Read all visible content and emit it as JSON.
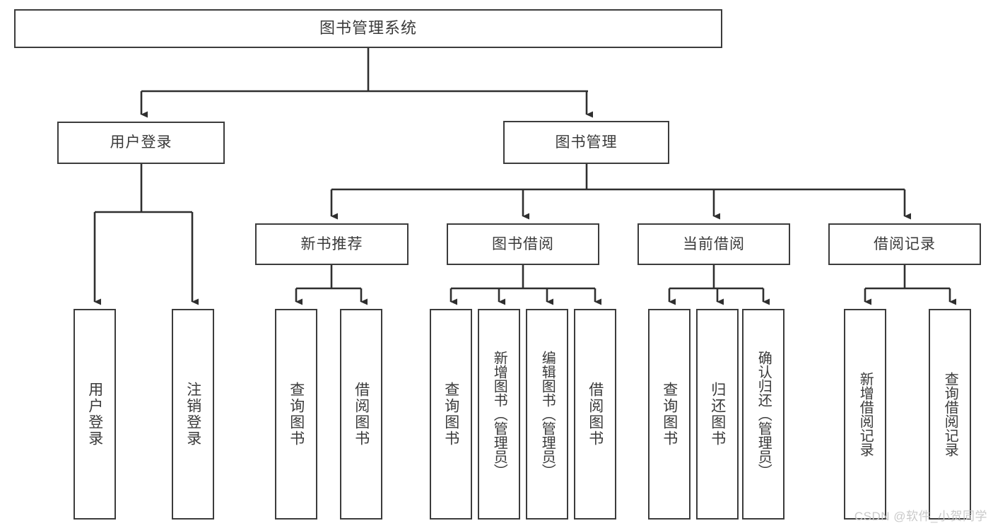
{
  "diagram": {
    "title": "图书管理系统",
    "watermark": "CSDN @软件_小贺同学",
    "colors": {
      "box_border": "#3c3c3c",
      "box_fill": "#ffffff",
      "text": "#3a3a3a",
      "connector": "#2f2f2f",
      "watermark": "#c9c9c9",
      "background": "#ffffff"
    },
    "root": {
      "label": "图书管理系统"
    },
    "level2": [
      {
        "label": "用户登录"
      },
      {
        "label": "图书管理"
      }
    ],
    "level3": [
      {
        "label": "新书推荐"
      },
      {
        "label": "图书借阅"
      },
      {
        "label": "当前借阅"
      },
      {
        "label": "借阅记录"
      }
    ],
    "leaves": {
      "user_login": [
        {
          "label": "用户登录"
        },
        {
          "label": "注销登录"
        }
      ],
      "new_book_recommend": [
        {
          "label": "查询图书"
        },
        {
          "label": "借阅图书"
        }
      ],
      "book_borrow": [
        {
          "label": "查询图书"
        },
        {
          "label": "新增图书（管理员）"
        },
        {
          "label": "编辑图书（管理员）"
        },
        {
          "label": "借阅图书"
        }
      ],
      "current_borrow": [
        {
          "label": "查询图书"
        },
        {
          "label": "归还图书"
        },
        {
          "label": "确认归还（管理员）"
        }
      ],
      "borrow_record": [
        {
          "label": "新增借阅记录"
        },
        {
          "label": "查询借阅记录"
        }
      ]
    }
  }
}
